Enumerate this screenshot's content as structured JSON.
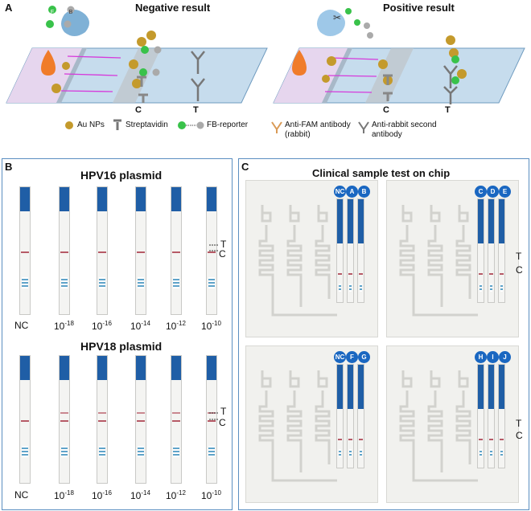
{
  "panel_a": {
    "letter": "A",
    "negative_title": "Negative result",
    "positive_title": "Positive result",
    "c_label": "C",
    "t_label": "T",
    "legend": {
      "au_nps": "Au NPs",
      "streptavidin": "Streptavidin",
      "fb_reporter": "FB-reporter",
      "anti_fam_1": "Anti-FAM antibody",
      "anti_fam_2": "(rabbit)",
      "anti_rabbit_1": "Anti-rabbit second",
      "anti_rabbit_2": "antibody"
    },
    "reporter_f": "F",
    "reporter_b": "B"
  },
  "panel_b": {
    "letter": "B",
    "hpv16_title": "HPV16 plasmid",
    "hpv18_title": "HPV18 plasmid",
    "t_marker": "T",
    "c_marker": "C",
    "concentrations": [
      {
        "base": "NC",
        "exp": ""
      },
      {
        "base": "10",
        "exp": "-18"
      },
      {
        "base": "10",
        "exp": "-16"
      },
      {
        "base": "10",
        "exp": "-14"
      },
      {
        "base": "10",
        "exp": "-12"
      },
      {
        "base": "10",
        "exp": "-10"
      }
    ]
  },
  "panel_c": {
    "letter": "C",
    "title": "Clinical sample test on chip",
    "t_marker": "T",
    "c_marker": "C",
    "chips": [
      {
        "badges": [
          "NC",
          "A",
          "B"
        ]
      },
      {
        "badges": [
          "C",
          "D",
          "E"
        ]
      },
      {
        "badges": [
          "NC",
          "F",
          "G"
        ]
      },
      {
        "badges": [
          "H",
          "I",
          "J"
        ]
      }
    ]
  }
}
